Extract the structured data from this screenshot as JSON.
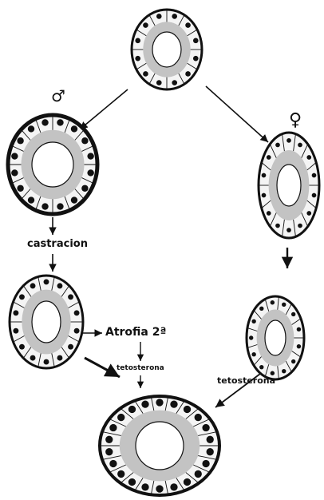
{
  "labels": {
    "male_symbol": "♂",
    "female_symbol": "♀",
    "castration": "castracion",
    "atrophy": "Atrofia 2ª",
    "testosterone_left": "tetosterona",
    "testosterone_right": "tetosterona"
  },
  "colors": {
    "ink": "#111111",
    "cell_fill": "#f4f4f4",
    "lumen": "#ffffff",
    "apical_zone": "#9a9a9a"
  }
}
